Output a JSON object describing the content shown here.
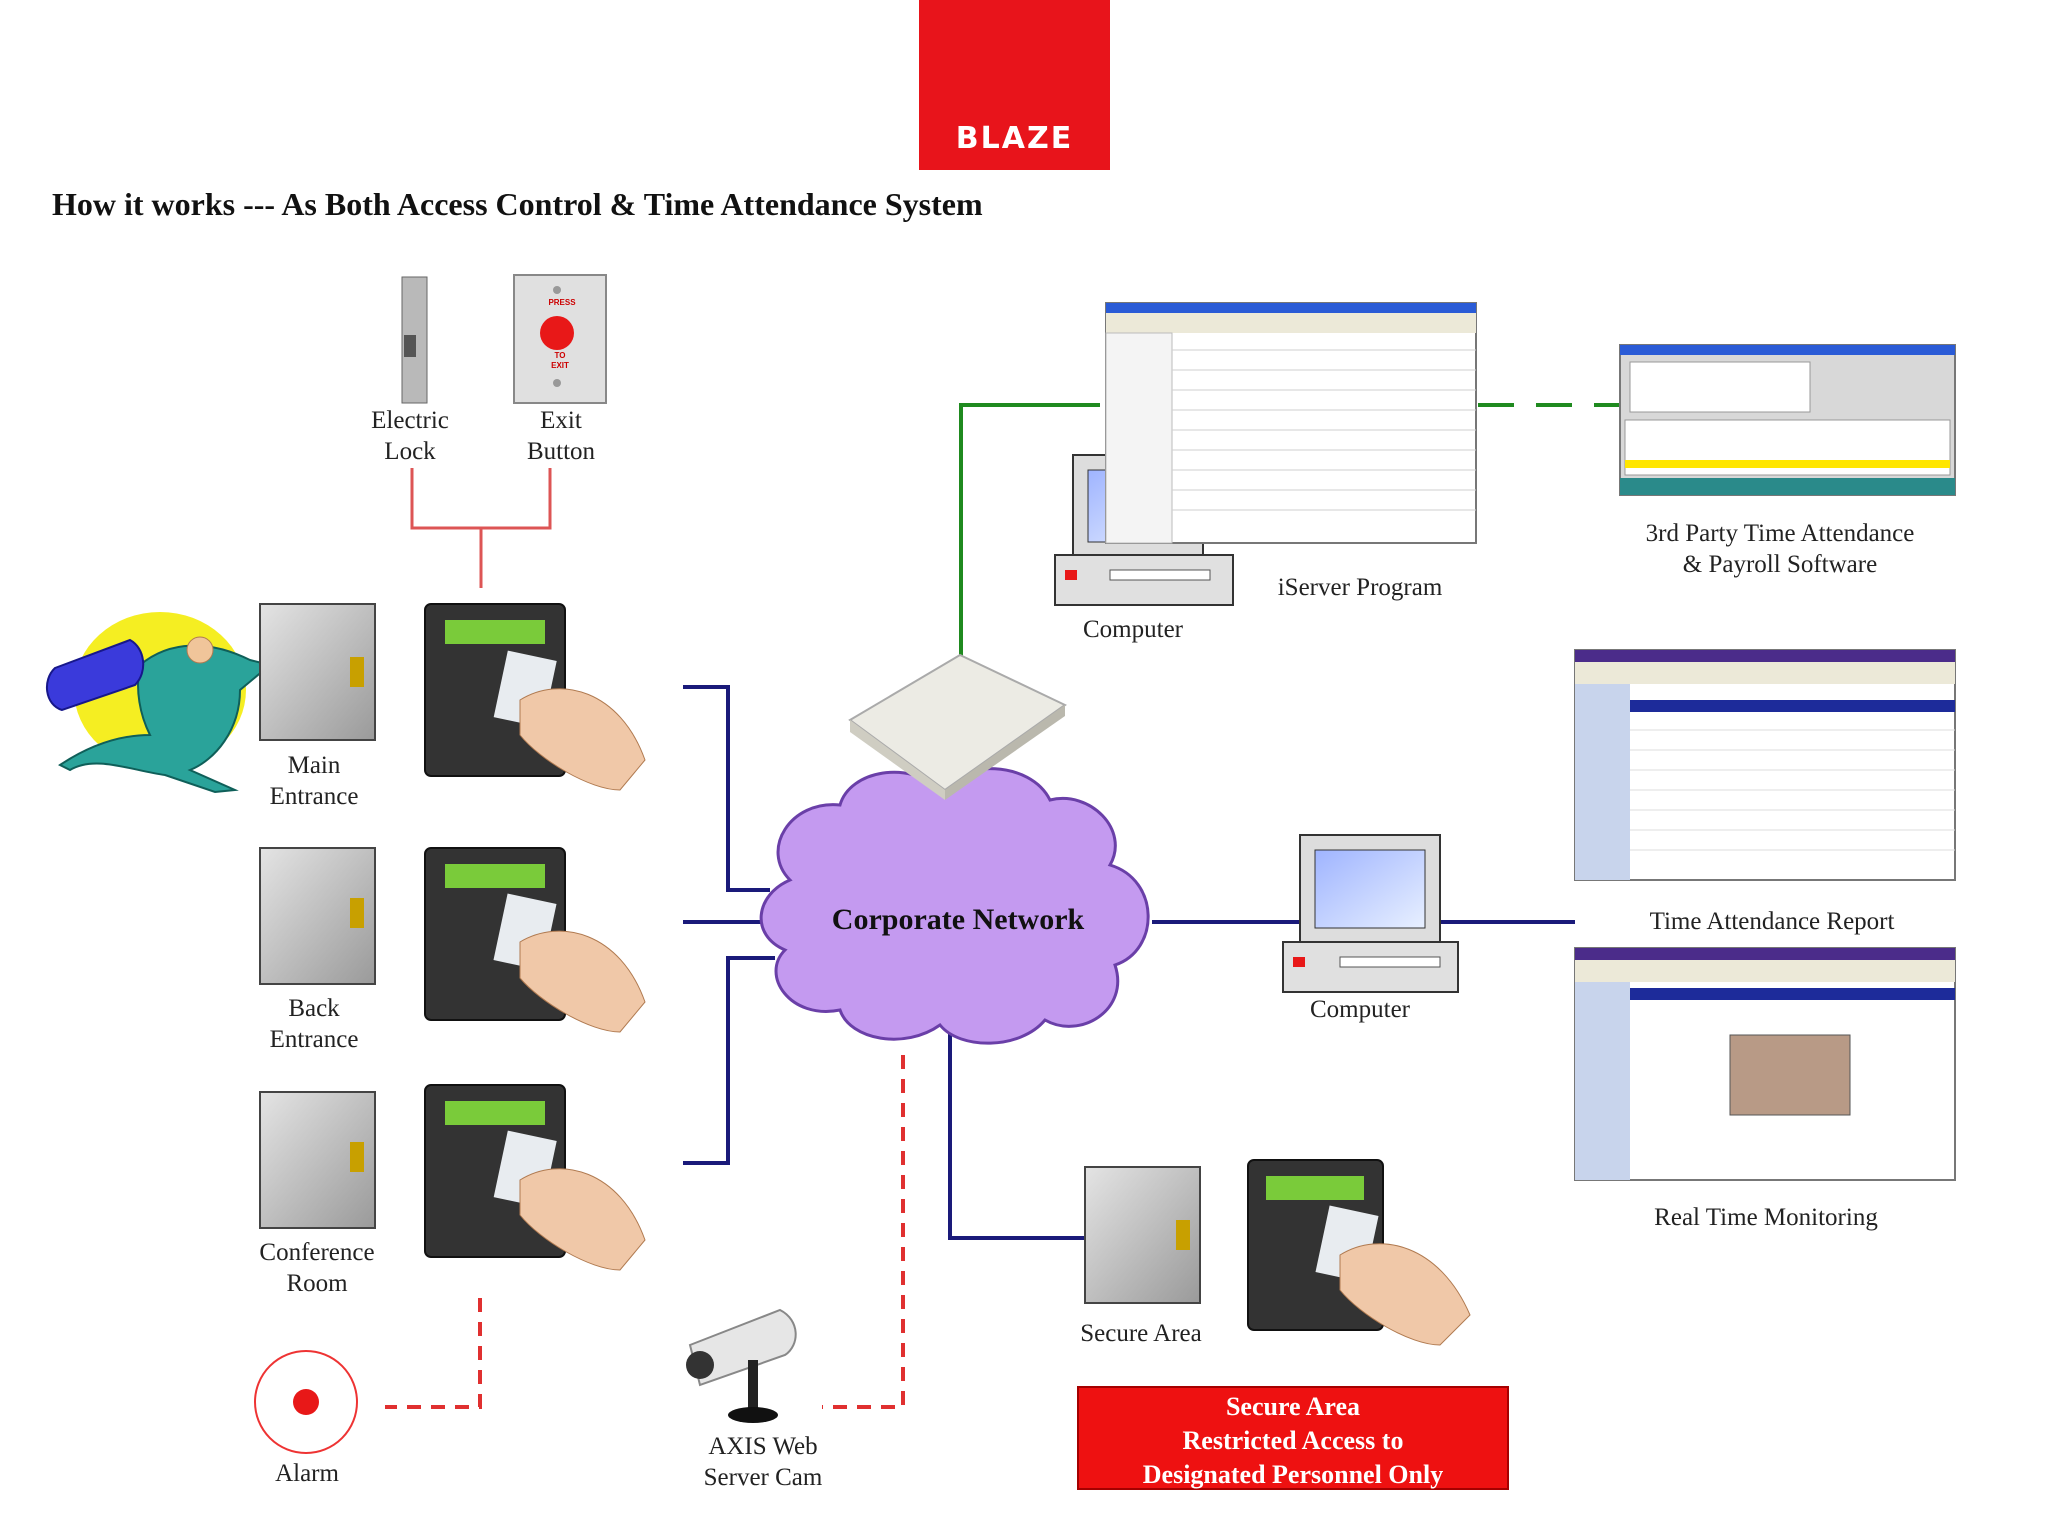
{
  "logo": {
    "text": "BLAZE",
    "color": "#e8141b"
  },
  "headline": "How it works --- As Both Access Control & Time Attendance System",
  "labels": {
    "electric_lock": "Electric\nLock",
    "exit_button": "Exit\nButton",
    "main_entrance": "Main\nEntrance",
    "back_entrance": "Back\nEntrance",
    "conference_room": "Conference\nRoom",
    "alarm": "Alarm",
    "axis_cam": "AXIS Web\nServer Cam",
    "corporate_network": "Corporate Network",
    "computer_top": "Computer",
    "iserver": "iServer Program",
    "third_party": "3rd Party Time Attendance\n& Payroll Software",
    "time_report": "Time Attendance Report",
    "computer_mid": "Computer",
    "real_time": "Real Time Monitoring",
    "secure_area": "Secure Area"
  },
  "secure_notice": {
    "line1": "Secure Area",
    "line2": "Restricted Access to",
    "line3": "Designated Personnel Only"
  },
  "device_labels": {
    "exit_button_face_1": "PRESS",
    "exit_button_face_2": "TO",
    "exit_button_face_3": "EXIT"
  },
  "colors": {
    "network_line": "#1a1a7a",
    "green_line": "#1f8a1f",
    "alarm_line": "#e03030",
    "cloud": "#c49af0",
    "accent_red": "#e8141b"
  }
}
